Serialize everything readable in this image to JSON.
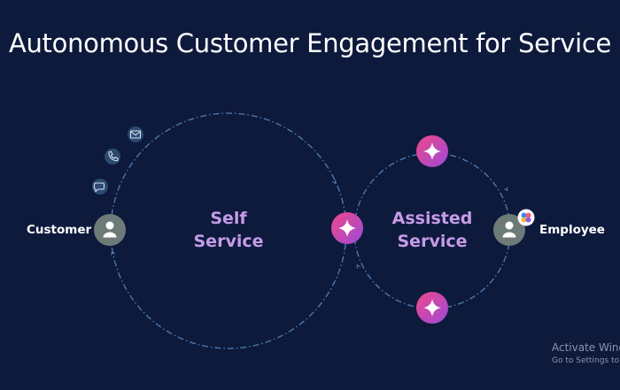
{
  "title": "Autonomous Customer Engagement for Service",
  "customer_label": "Customer",
  "employee_label": "Employee",
  "self_service": {
    "line1": "Self",
    "line2": "Service"
  },
  "assisted_service": {
    "line1": "Assisted",
    "line2": "Service"
  },
  "channel_icons": [
    "chat-icon",
    "phone-icon",
    "mail-icon"
  ],
  "colors": {
    "background": "#0d1a3c",
    "loop_text": "#c79be8",
    "node_gray": "#6d7b78",
    "dash": "#4f7db4",
    "agent_gradient": [
      "#f1478a",
      "#a24ad8"
    ]
  },
  "watermark": {
    "line1": "Activate Windo",
    "line2": "Go to Settings to activ"
  }
}
